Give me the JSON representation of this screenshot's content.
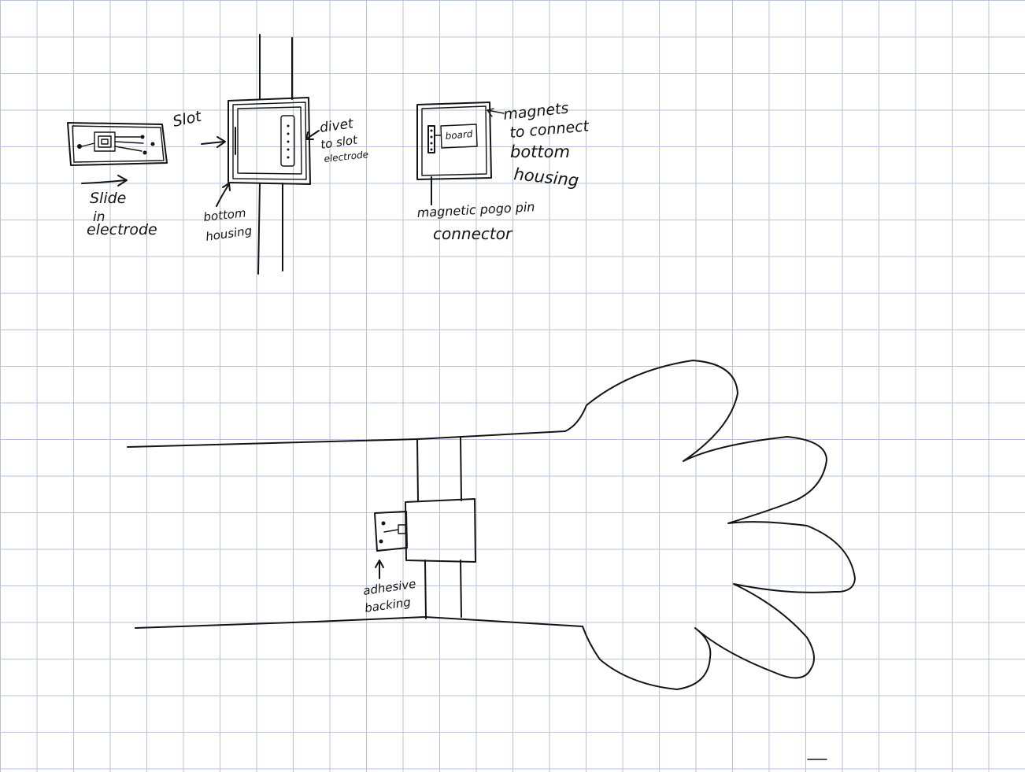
{
  "labels": {
    "slot": "Slot",
    "slide": "Slide",
    "in": "in",
    "electrode": "electrode",
    "bottom": "bottom",
    "housing": "housing",
    "divet": "divet",
    "to_slot": "to slot",
    "electrode_small": "electrode",
    "board": "board",
    "magnets": "magnets",
    "to_connect": "to connect",
    "bottom_2": "bottom",
    "housing_2": "housing",
    "pogo": "magnetic pogo pin",
    "connector": "connector",
    "adhesive": "adhesive",
    "backing": "backing"
  }
}
